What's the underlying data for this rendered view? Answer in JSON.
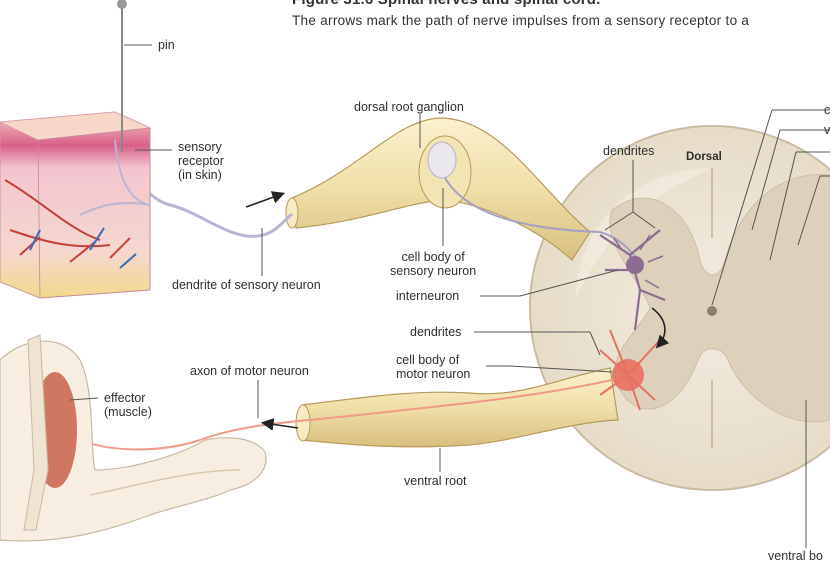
{
  "figure": {
    "title": "Figure 31.6   Spinal nerves and spinal cord.",
    "caption": "The arrows mark the path of nerve impulses from a sensory receptor to a"
  },
  "labels": {
    "pin": "pin",
    "sensory_receptor": [
      "sensory",
      "receptor",
      "(in skin)"
    ],
    "dorsal_root_ganglion": "dorsal root ganglion",
    "dendrites_top": "dendrites",
    "dorsal": "Dorsal",
    "cell_body_sensory": [
      "cell body of",
      "sensory neuron"
    ],
    "interneuron": "interneuron",
    "dendrite_sensory": "dendrite of sensory neuron",
    "dendrites_bottom": "dendrites",
    "cell_body_motor": [
      "cell body of",
      "motor neuron"
    ],
    "axon_motor": "axon of motor neuron",
    "effector": [
      "effector",
      "(muscle)"
    ],
    "ventral_root": "ventral root",
    "right_c": "c",
    "right_v": "v",
    "ventral_bottom": "ventral bo"
  },
  "colors": {
    "nerve": "#f0dfa8",
    "nerve_edge": "#b89a5a",
    "cord_outer": "#efe7d6",
    "grey_matter": "#d9cdb8",
    "sensory_neuron": "#8d6c93",
    "motor_neuron": "#e8705f",
    "skin_pink": "#e7a8ba",
    "fat_yellow": "#f2d98c",
    "arm_skin": "#f7ede0",
    "muscle": "#c9624a"
  }
}
